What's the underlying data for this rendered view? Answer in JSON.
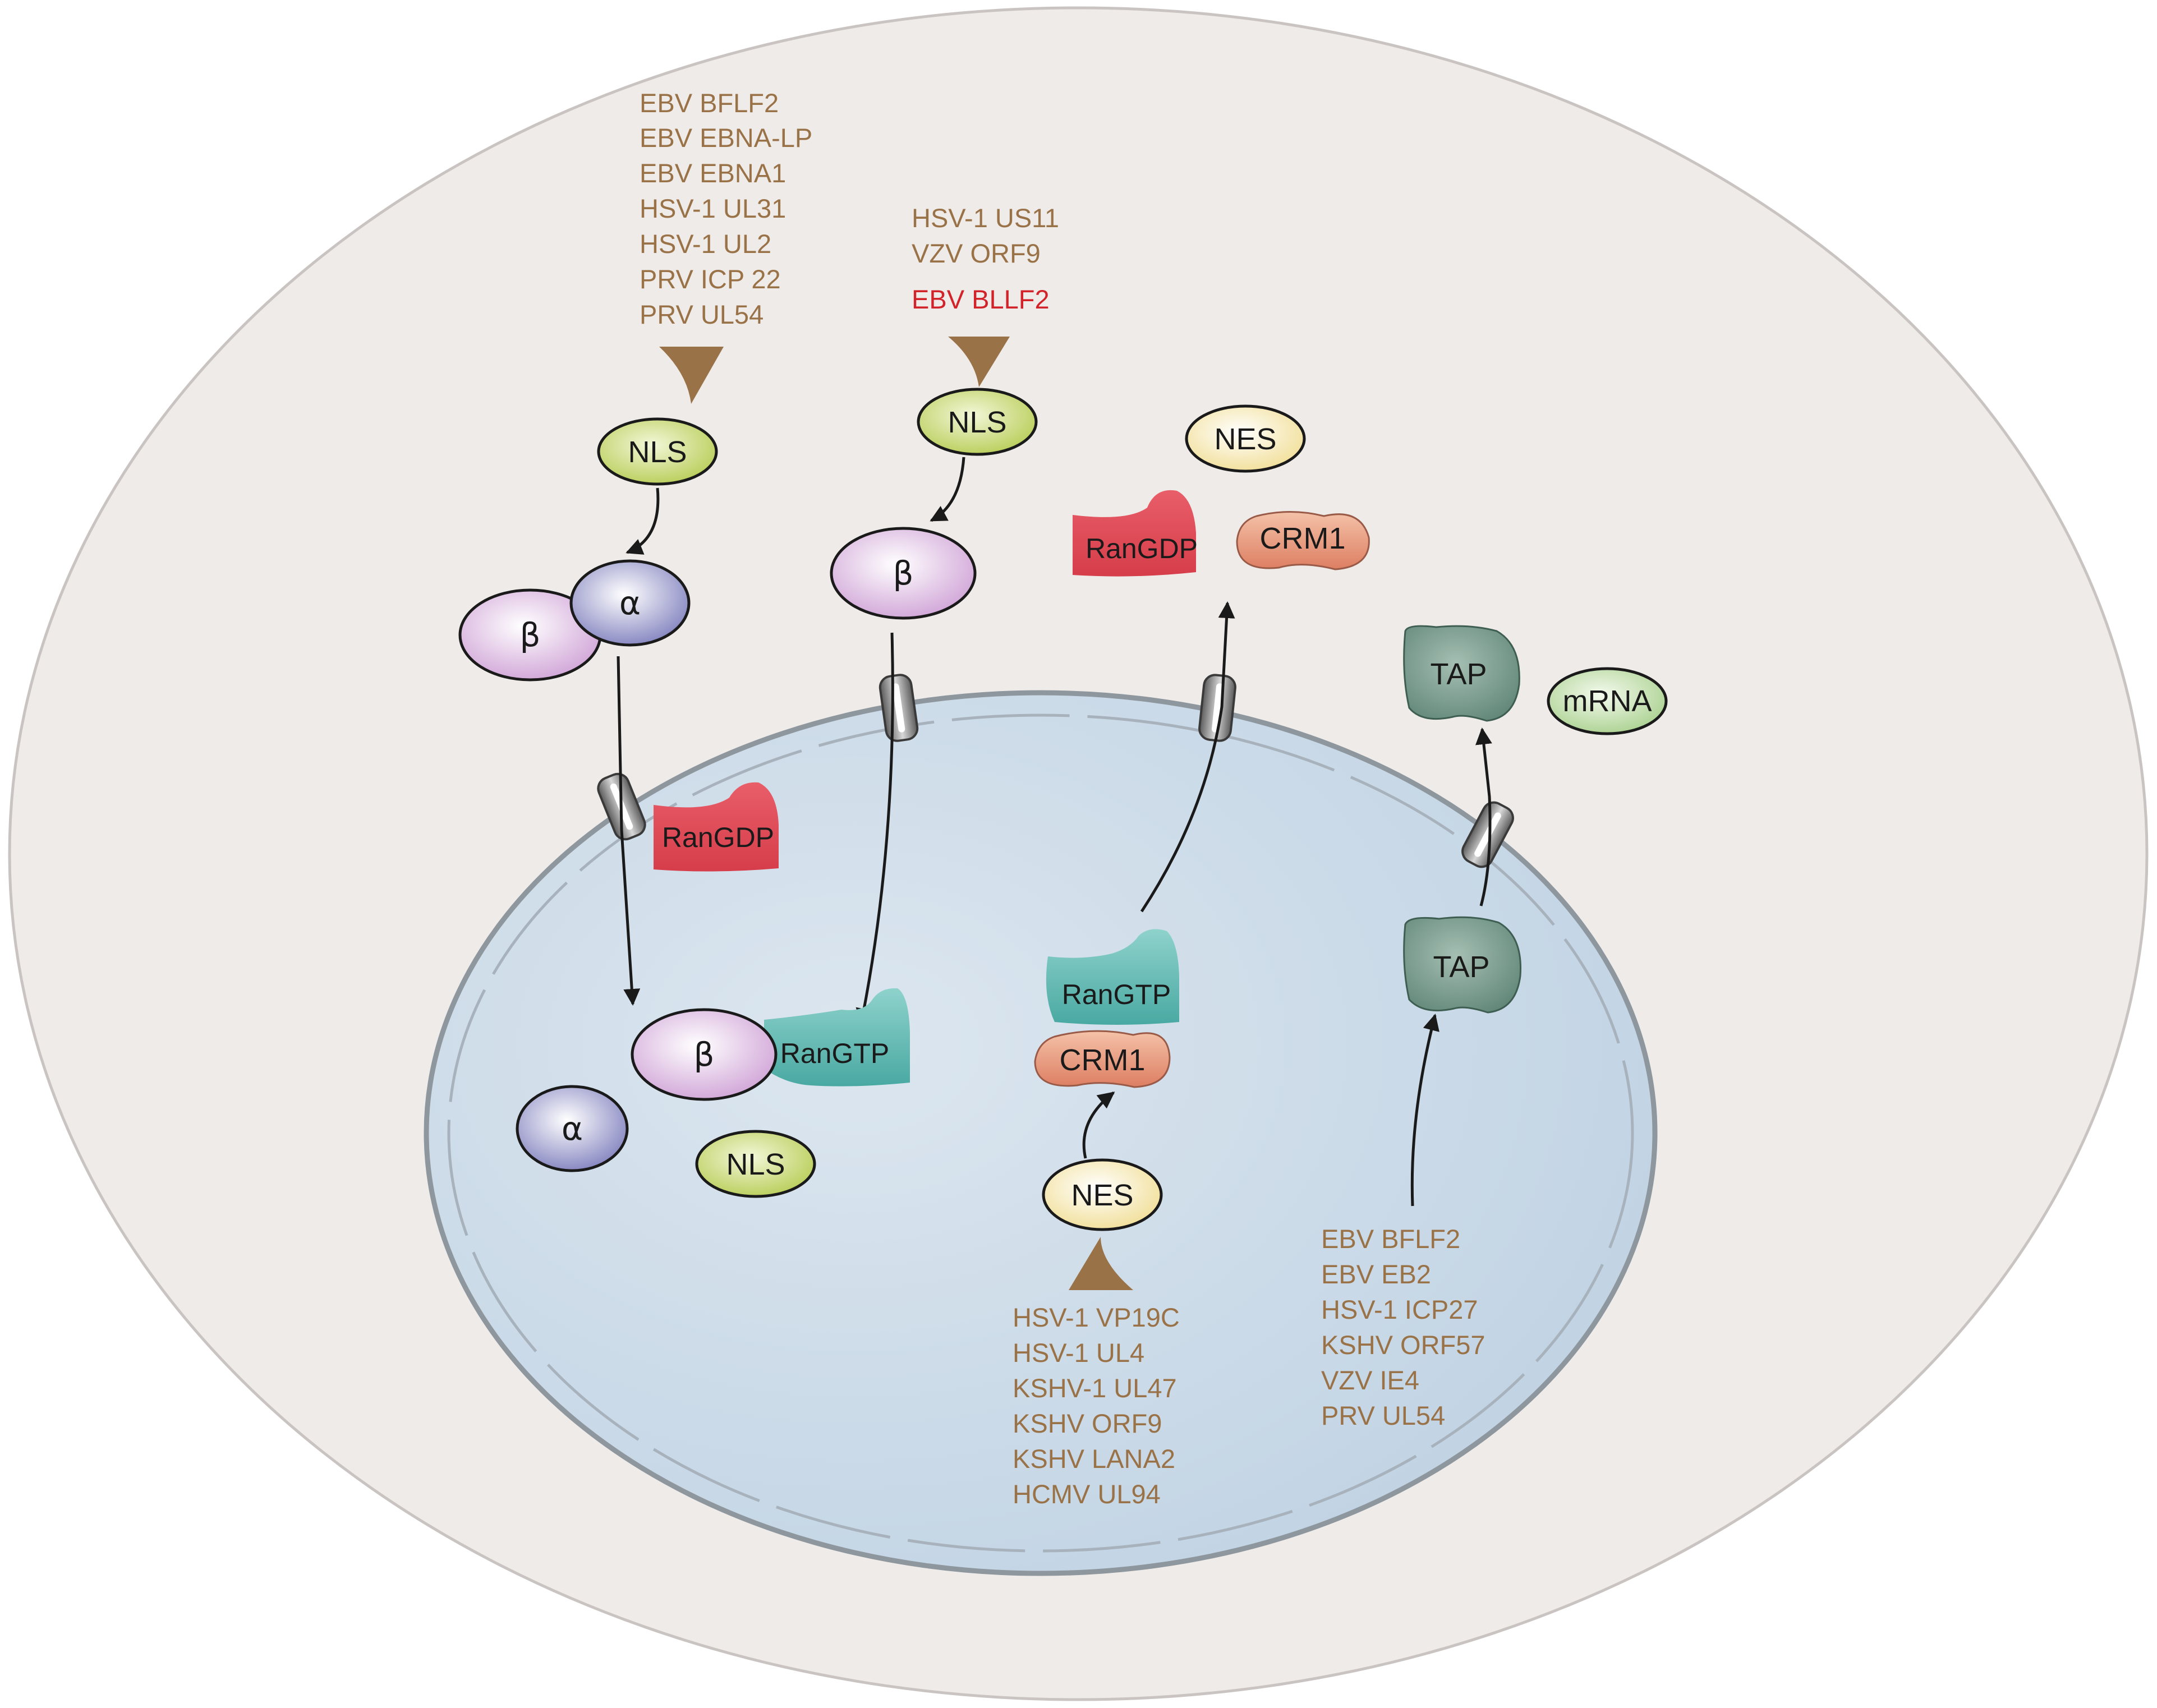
{
  "colors": {
    "cell_fill": "#EFEBE8",
    "cell_stroke": "#C9C4C1",
    "nucleus_fill": "#C7D7E6",
    "nucleus_stroke": "#8E969E",
    "viral_text": "#9A7248",
    "highlight_text": "#D2232A",
    "arrowhead_large": "#9A7248",
    "nls": "#C7D872",
    "nes": "#F7EDC2",
    "alpha": "#9898C6",
    "beta": "#D8B7DD",
    "rangdp": "#DF4B57",
    "rangtp": "#5DB7B1",
    "crm1": "#E7957D",
    "tap": "#6E9485",
    "mrna": "#BFDDA9"
  },
  "import_nls_group": {
    "proteins": [
      "EBV BFLF2",
      "EBV EBNA-LP",
      "EBV EBNA1",
      "HSV-1 UL31",
      "HSV-1 UL2",
      "PRV ICP 22",
      "PRV UL54"
    ],
    "nls_label": "NLS",
    "alpha_label": "α",
    "beta_label": "β"
  },
  "import_beta_group": {
    "proteins": [
      "HSV-1 US11",
      "VZV ORF9"
    ],
    "highlighted_protein": "EBV BLLF2",
    "nls_label": "NLS",
    "beta_label": "β"
  },
  "cytoplasm_export": {
    "nes_label": "NES",
    "rangdp_label": "RanGDP",
    "crm1_label": "CRM1"
  },
  "mrna_export_cytoplasm": {
    "tap_label": "TAP",
    "mrna_label": "mRNA"
  },
  "nucleus": {
    "rangdp_label": "RanGDP",
    "beta_label": "β",
    "rangtp_label": "RanGTP",
    "alpha_label": "α",
    "nls_label": "NLS",
    "crm_complex": {
      "rangtp_label": "RanGTP",
      "crm1_label": "CRM1",
      "nes_label": "NES"
    },
    "tap_label": "TAP"
  },
  "export_nes_group": {
    "proteins": [
      "HSV-1 VP19C",
      "HSV-1 UL4",
      "KSHV-1 UL47",
      "KSHV ORF9",
      "KSHV LANA2",
      "HCMV UL94"
    ]
  },
  "export_tap_group": {
    "proteins": [
      "EBV BFLF2",
      "EBV EB2",
      "HSV-1 ICP27",
      "KSHV ORF57",
      "VZV IE4",
      "PRV UL54"
    ]
  }
}
